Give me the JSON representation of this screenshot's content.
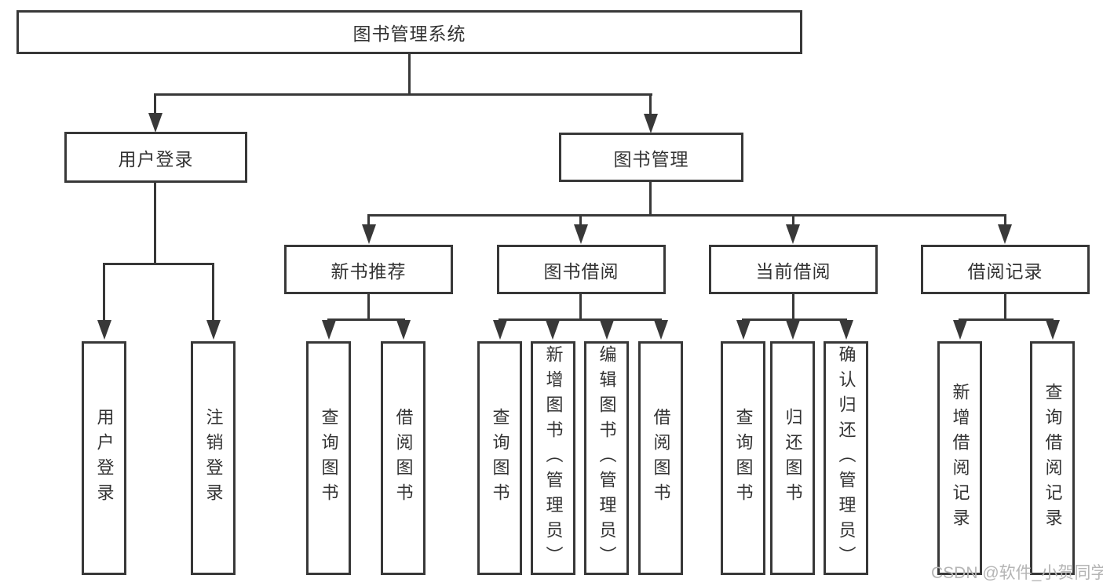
{
  "diagram": {
    "title_node": {
      "label": "图书管理系统"
    },
    "level2": [
      {
        "label": "用户登录"
      },
      {
        "label": "图书管理"
      }
    ],
    "level3": [
      {
        "label": "新书推荐"
      },
      {
        "label": "图书借阅"
      },
      {
        "label": "当前借阅"
      },
      {
        "label": "借阅记录"
      }
    ],
    "leaves": {
      "user_login": [
        {
          "label": "用户登录"
        },
        {
          "label": "注销登录"
        }
      ],
      "new_book": [
        {
          "label": "查询图书"
        },
        {
          "label": "借阅图书"
        }
      ],
      "book_borrow": [
        {
          "label": "查询图书"
        },
        {
          "label": "新增图书（管理员）"
        },
        {
          "label": "编辑图书（管理员）"
        },
        {
          "label": "借阅图书"
        }
      ],
      "current_borrow": [
        {
          "label": "查询图书"
        },
        {
          "label": "归还图书"
        },
        {
          "label": "确认归还（管理员）"
        }
      ],
      "borrow_record": [
        {
          "label": "新增借阅记录"
        },
        {
          "label": "查询借阅记录"
        }
      ]
    },
    "colors": {
      "line": "#383838",
      "text": "#333333",
      "watermark": "#b5b5b5",
      "background": "#ffffff"
    },
    "watermark": "CSDN @软件_小贺同学"
  }
}
